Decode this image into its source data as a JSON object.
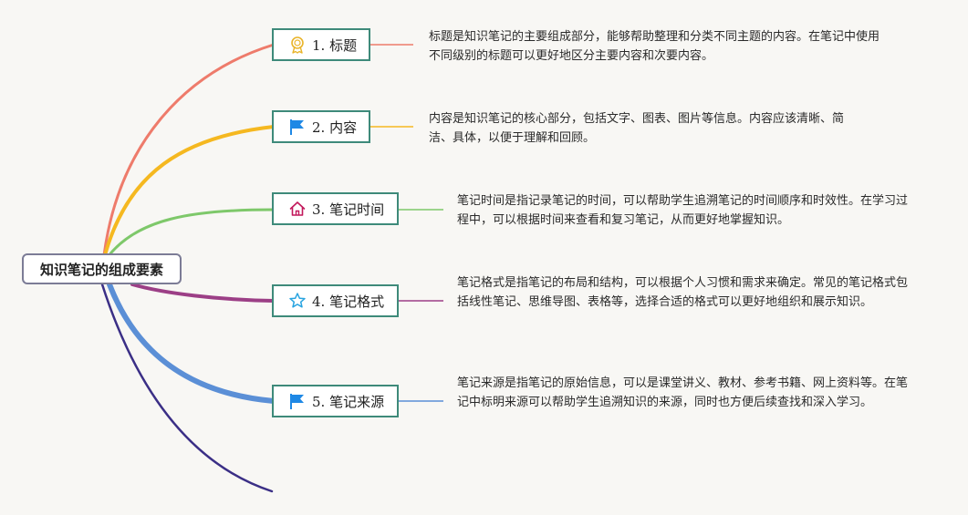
{
  "root": {
    "label": "知识笔记的组成要素"
  },
  "topics": [
    {
      "label": "1. 标题",
      "icon": "award-ribbon-icon",
      "color": "#ee7b6b",
      "note": "标题是知识笔记的主要组成部分，能够帮助整理和分类不同主题的内容。在笔记中使用不同级别的标题可以更好地区分主要内容和次要内容。"
    },
    {
      "label": "2. 内容",
      "icon": "flag-icon",
      "color": "#f5b820",
      "note": "内容是知识笔记的核心部分，包括文字、图表、图片等信息。内容应该清晰、简洁、具体，以便于理解和回顾。"
    },
    {
      "label": "3. 笔记时间",
      "icon": "home-icon",
      "color": "#7ec86a",
      "note": "笔记时间是指记录笔记的时间，可以帮助学生追溯笔记的时间顺序和时效性。在学习过程中，可以根据时间来查看和复习笔记，从而更好地掌握知识。"
    },
    {
      "label": "4. 笔记格式",
      "icon": "star-icon",
      "color": "#9c3f86",
      "note": "笔记格式是指笔记的布局和结构，可以根据个人习惯和需求来确定。常见的笔记格式包括线性笔记、思维导图、表格等，选择合适的格式可以更好地组织和展示知识。"
    },
    {
      "label": "5. 笔记来源",
      "icon": "flag-icon",
      "color": "#5b8fd6",
      "note": "笔记来源是指笔记的原始信息，可以是课堂讲义、教材、参考书籍、网上资料等。在笔记中标明来源可以帮助学生追溯知识的来源，同时也方便后续查找和深入学习。"
    }
  ],
  "extra_branch_color": "#3b2f86",
  "icon_colors": {
    "award": "#e9b42a",
    "flag": "#1e88e5",
    "home": "#c2185b",
    "star": "#29a4e0"
  }
}
